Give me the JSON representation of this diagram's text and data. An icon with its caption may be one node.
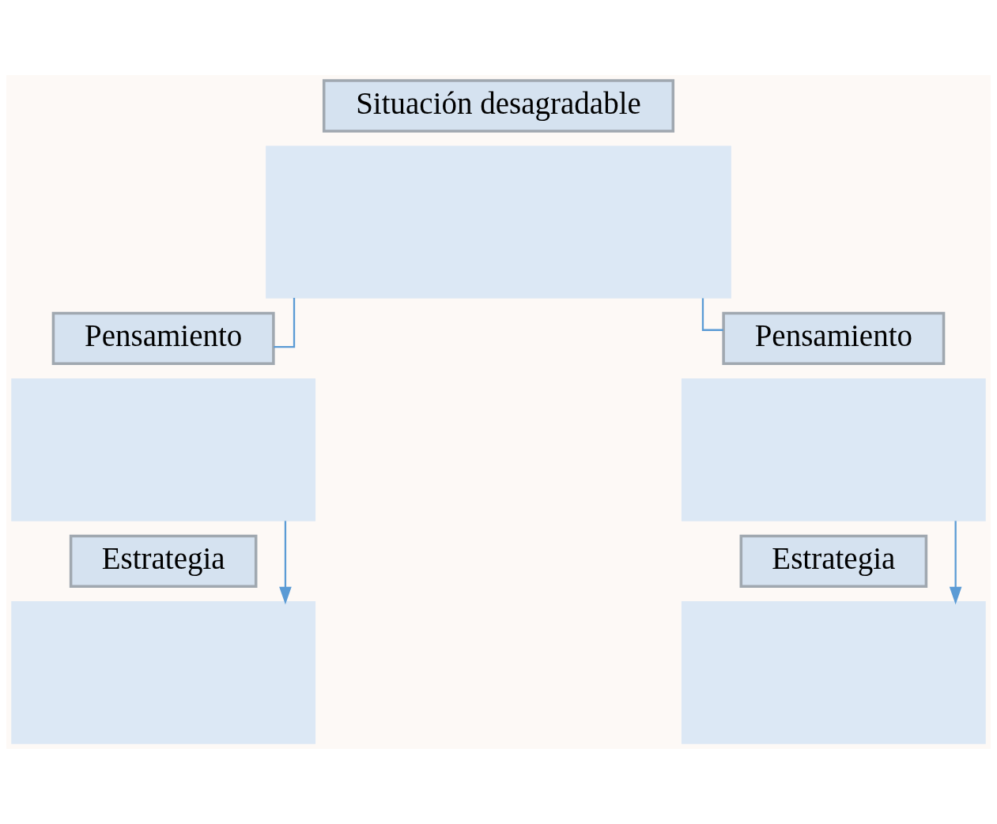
{
  "diagram": {
    "nodes": [
      {
        "text": [
          "Situación desagradable"
        ]
      },
      {
        "text": [],
        "shape": "box"
      },
      {
        "text": [
          "Pensamiento"
        ]
      },
      {
        "text": [
          "Pensamiento"
        ]
      },
      {
        "text": [],
        "shape": "box"
      },
      {
        "text": [],
        "shape": "box"
      },
      {
        "text": [
          "Estrategia"
        ]
      },
      {
        "text": [
          "Estrategia"
        ]
      },
      {
        "text": [],
        "shape": "box"
      },
      {
        "text": [],
        "shape": "box"
      }
    ],
    "edges": [
      {
        "from": 1,
        "to": 2,
        "arrow": "none"
      },
      {
        "from": 1,
        "to": 3,
        "arrow": "none"
      },
      {
        "from": 4,
        "to": 8,
        "arrow": "to"
      },
      {
        "from": 5,
        "to": 9,
        "arrow": "to"
      }
    ]
  }
}
